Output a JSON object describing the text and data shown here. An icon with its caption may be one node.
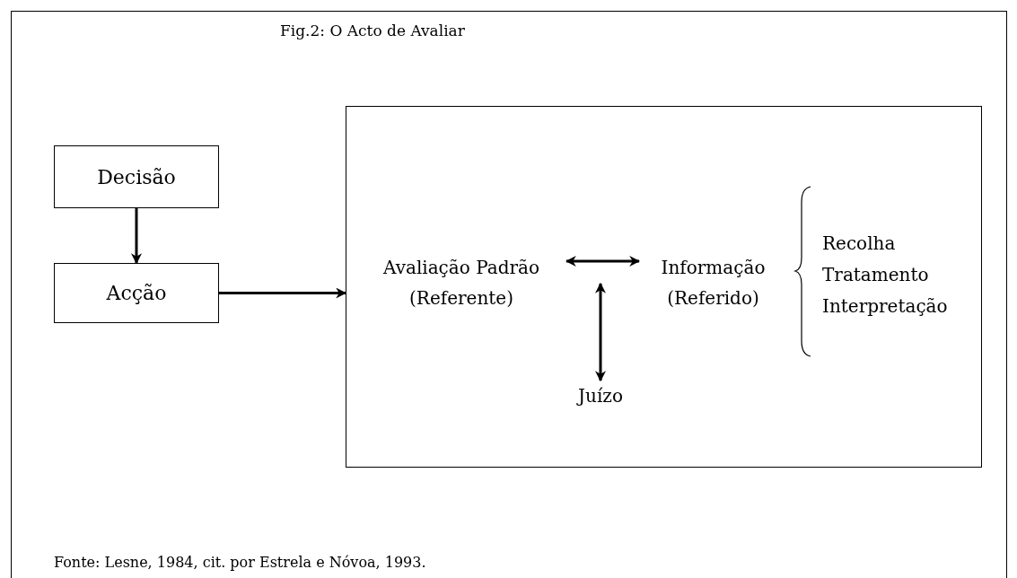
{
  "diagram": {
    "title": "Fig.2: O Acto de Avaliar",
    "caption": "Fonte: Lesne, 1984, cit. por Estrela e Nóvoa, 1993.",
    "nodes": [
      {
        "text": [
          "Decisão"
        ]
      },
      {
        "text": [
          "Acção"
        ]
      },
      {
        "text": [],
        "shape": "box"
      },
      {
        "text": [
          "Avaliação Padrão (Referente)"
        ],
        "in": 2
      },
      {
        "text": [
          "Informação (Referido)"
        ],
        "in": 2
      },
      {
        "text": [
          "Juízo"
        ],
        "in": 2
      }
    ],
    "edges": [
      {
        "from": 0,
        "to": 1,
        "arrow": "to"
      },
      {
        "from": 1,
        "to": 2,
        "arrow": "to"
      },
      {
        "from": 3,
        "to": 4,
        "arrow": "both"
      },
      {
        "from": 5,
        "to": null,
        "arrow": "both"
      }
    ],
    "labels": [
      "Recolha",
      "Tratamento",
      "Interpretação"
    ]
  }
}
